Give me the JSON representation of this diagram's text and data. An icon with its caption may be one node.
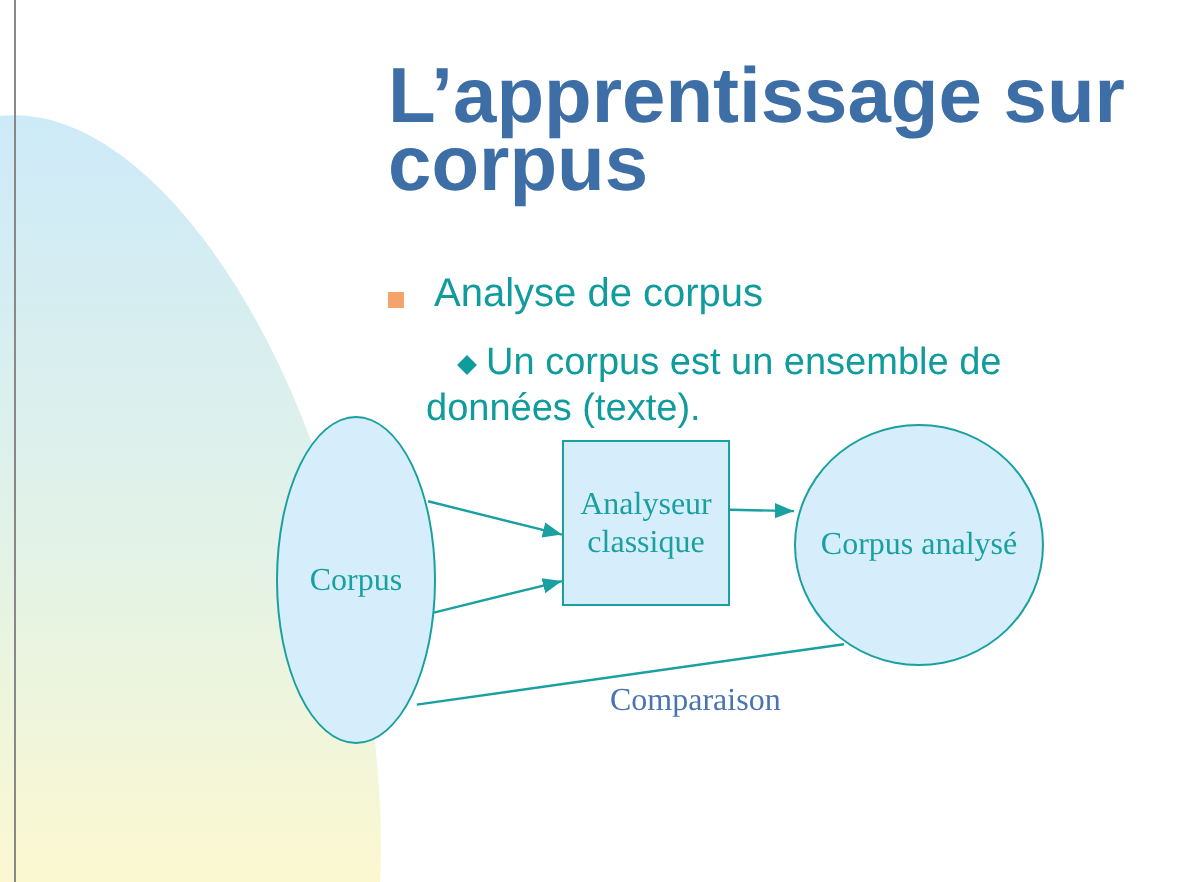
{
  "diagram": {
    "title": "L’apprentissage sur corpus",
    "nodes": [
      {
        "text": [
          "Corpus"
        ]
      },
      {
        "text": [
          "Analyseur classique"
        ]
      },
      {
        "text": [
          "Corpus analysé"
        ]
      }
    ],
    "edges": [
      {
        "from": 0,
        "to": 1,
        "arrow": "to"
      },
      {
        "from": 0,
        "to": 1,
        "arrow": "to"
      },
      {
        "from": 1,
        "to": 2,
        "arrow": "to"
      },
      {
        "from": 2,
        "to": 0,
        "arrow": "none",
        "label": "Comparaison"
      }
    ],
    "labels": [
      "Analyse de corpus",
      "Un corpus est un ensemble de données (texte)."
    ]
  }
}
